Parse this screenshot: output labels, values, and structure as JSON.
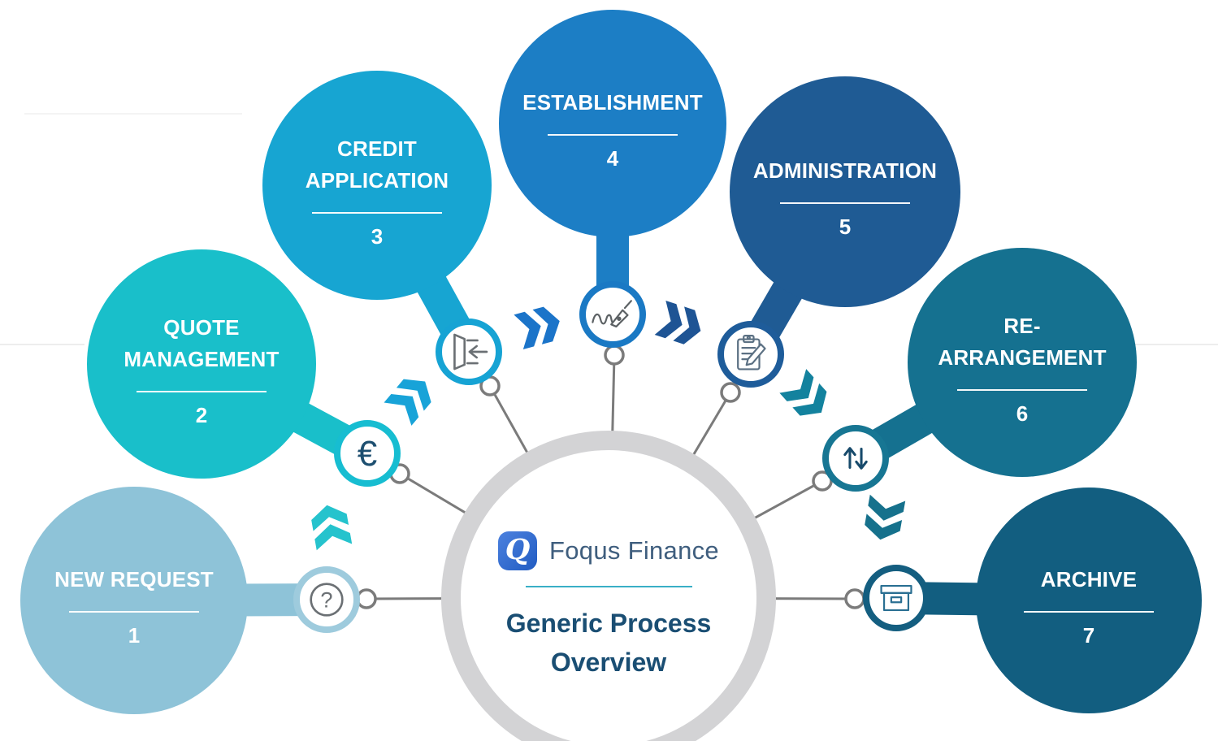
{
  "diagram": {
    "center": {
      "brand": "Foqus Finance",
      "logo_letter": "Q",
      "heading_line1": "Generic Process",
      "heading_line2": "Overview",
      "logo_color": "#2566d8",
      "brand_color": "#3f5e7e",
      "heading_color": "#1a4e73",
      "divider_color": "#39afc6",
      "ring_color": "#d3d3d5"
    },
    "connector": {
      "line_color": "#7b7b7b"
    },
    "steps": [
      {
        "line1": "NEW REQUEST",
        "line2": "",
        "number": "1",
        "color": "#8ec3d8",
        "ring_color": "#9ecbdd",
        "icon": "question-mark",
        "icon_glyph": "?",
        "icon_color": "#6b7074"
      },
      {
        "line1": "QUOTE",
        "line2": "MANAGEMENT",
        "number": "2",
        "color": "#19bfca",
        "ring_color": "#17bdd1",
        "icon": "euro-sign",
        "icon_glyph": "€",
        "icon_color": "#1d4f70"
      },
      {
        "line1": "CREDIT",
        "line2": "APPLICATION",
        "number": "3",
        "color": "#17a5d2",
        "ring_color": "#16a3d4",
        "icon": "door-entry",
        "icon_color": "#6b7074"
      },
      {
        "line1": "ESTABLISHMENT",
        "line2": "",
        "number": "4",
        "color": "#1c7ec5",
        "ring_color": "#1a79c4",
        "icon": "signature-pen",
        "icon_color": "#5c6164"
      },
      {
        "line1": "ADMINISTRATION",
        "line2": "",
        "number": "5",
        "color": "#1f5b94",
        "ring_color": "#1e5c9a",
        "icon": "clipboard-pencil",
        "icon_color": "#5b7083"
      },
      {
        "line1": "RE-",
        "line2": "ARRANGEMENT",
        "number": "6",
        "color": "#157190",
        "ring_color": "#177693",
        "icon": "up-down-arrows",
        "icon_color": "#174a6b"
      },
      {
        "line1": "ARCHIVE",
        "line2": "",
        "number": "7",
        "color": "#125e80",
        "ring_color": "#145e80",
        "icon": "archive-box",
        "icon_color": "#2a6f92"
      }
    ],
    "chevrons": [
      {
        "color": "#25c3cd"
      },
      {
        "color": "#18a3d8"
      },
      {
        "color": "#1b74c9"
      },
      {
        "color": "#1e5494"
      },
      {
        "color": "#13829e"
      },
      {
        "color": "#16718c"
      }
    ]
  }
}
